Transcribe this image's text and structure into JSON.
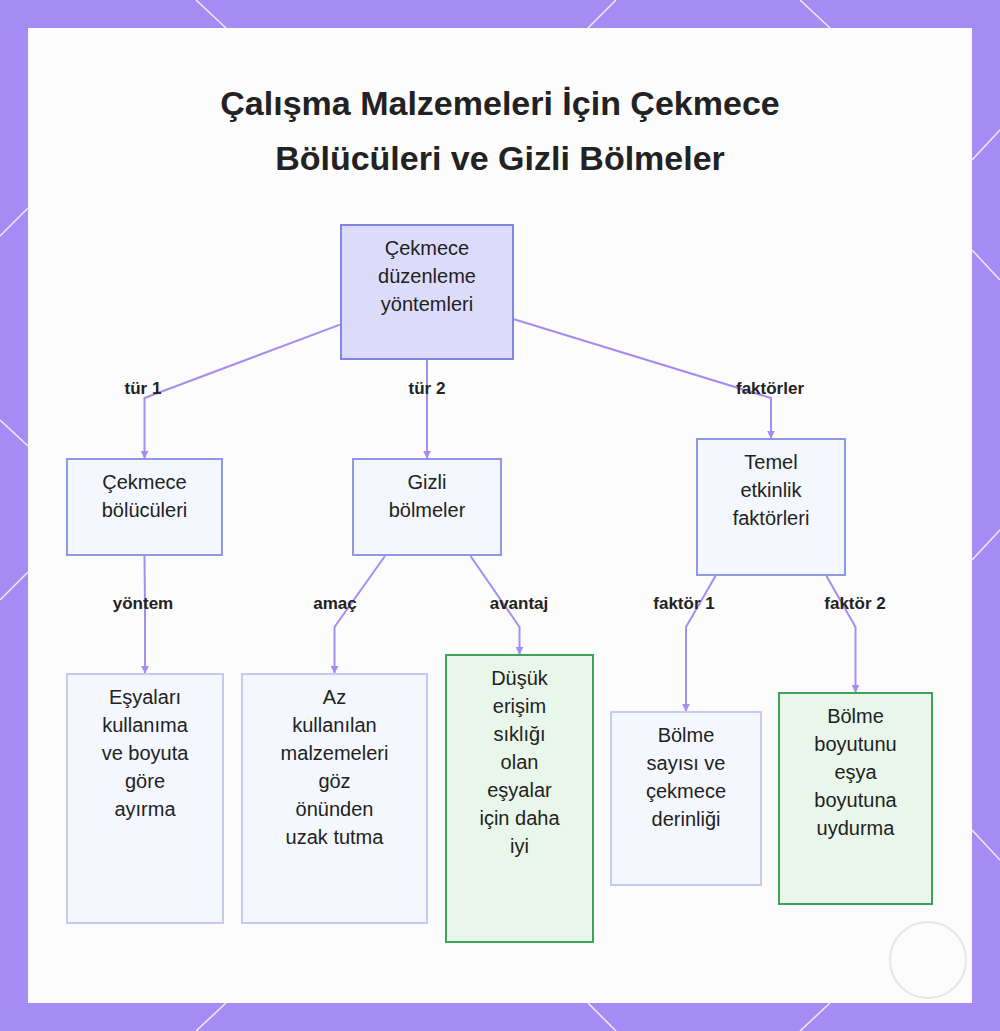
{
  "diagram": {
    "title": "Çalışma Malzemeleri İçin Çekmece Bölücüleri ve Gizli Bölmeler",
    "nodes": [
      {
        "text": [
          "Çekmece düzenleme yöntemleri"
        ]
      },
      {
        "text": [
          "Çekmece bölücüleri"
        ]
      },
      {
        "text": [
          "Gizli bölmeler"
        ]
      },
      {
        "text": [
          "Temel etkinlik faktörleri"
        ]
      },
      {
        "text": [
          "Eşyaları kullanıma ve boyuta göre ayırma"
        ]
      },
      {
        "text": [
          "Az kullanılan malzemeleri göz önünden uzak tutma"
        ]
      },
      {
        "text": [
          "Düşük erişim sıklığı olan eşyalar için daha iyi"
        ]
      },
      {
        "text": [
          "Bölme sayısı ve çekmece derinliği"
        ]
      },
      {
        "text": [
          "Bölme boyutunu eşya boyutuna uydurma"
        ]
      }
    ],
    "edges": [
      {
        "from": 0,
        "to": 1,
        "label": "tür 1",
        "arrow": "to"
      },
      {
        "from": 0,
        "to": 2,
        "label": "tür 2",
        "arrow": "to"
      },
      {
        "from": 0,
        "to": 3,
        "label": "faktörler",
        "arrow": "to"
      },
      {
        "from": 1,
        "to": 4,
        "label": "yöntem",
        "arrow": "to"
      },
      {
        "from": 2,
        "to": 5,
        "label": "amaç",
        "arrow": "to"
      },
      {
        "from": 2,
        "to": 6,
        "label": "avantaj",
        "arrow": "to"
      },
      {
        "from": 3,
        "to": 7,
        "label": "faktör 1",
        "arrow": "to"
      },
      {
        "from": 3,
        "to": 8,
        "label": "faktör 2",
        "arrow": "to"
      }
    ]
  }
}
